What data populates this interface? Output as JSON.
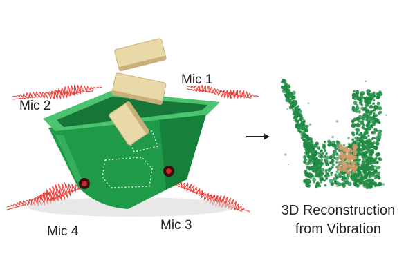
{
  "labels": {
    "mic1": "Mic 1",
    "mic2": "Mic 2",
    "mic3": "Mic 3",
    "mic4": "Mic 4"
  },
  "caption": {
    "line1": "3D Reconstruction",
    "line2": "from Vibration"
  },
  "colors": {
    "wave": "#e8453f",
    "bin": "#1f9a48",
    "bin_dark": "#0f6e31",
    "bin_light": "#4cc36f",
    "wood": "#ead9a8",
    "wood_dark": "#c9b07a",
    "pointcloud": "#1f8a43",
    "pointcloud_core": "#d49a6a",
    "arrow": "#222222"
  },
  "icons": {
    "arrow": "right-arrow-icon",
    "mic": "microphone-icon"
  }
}
